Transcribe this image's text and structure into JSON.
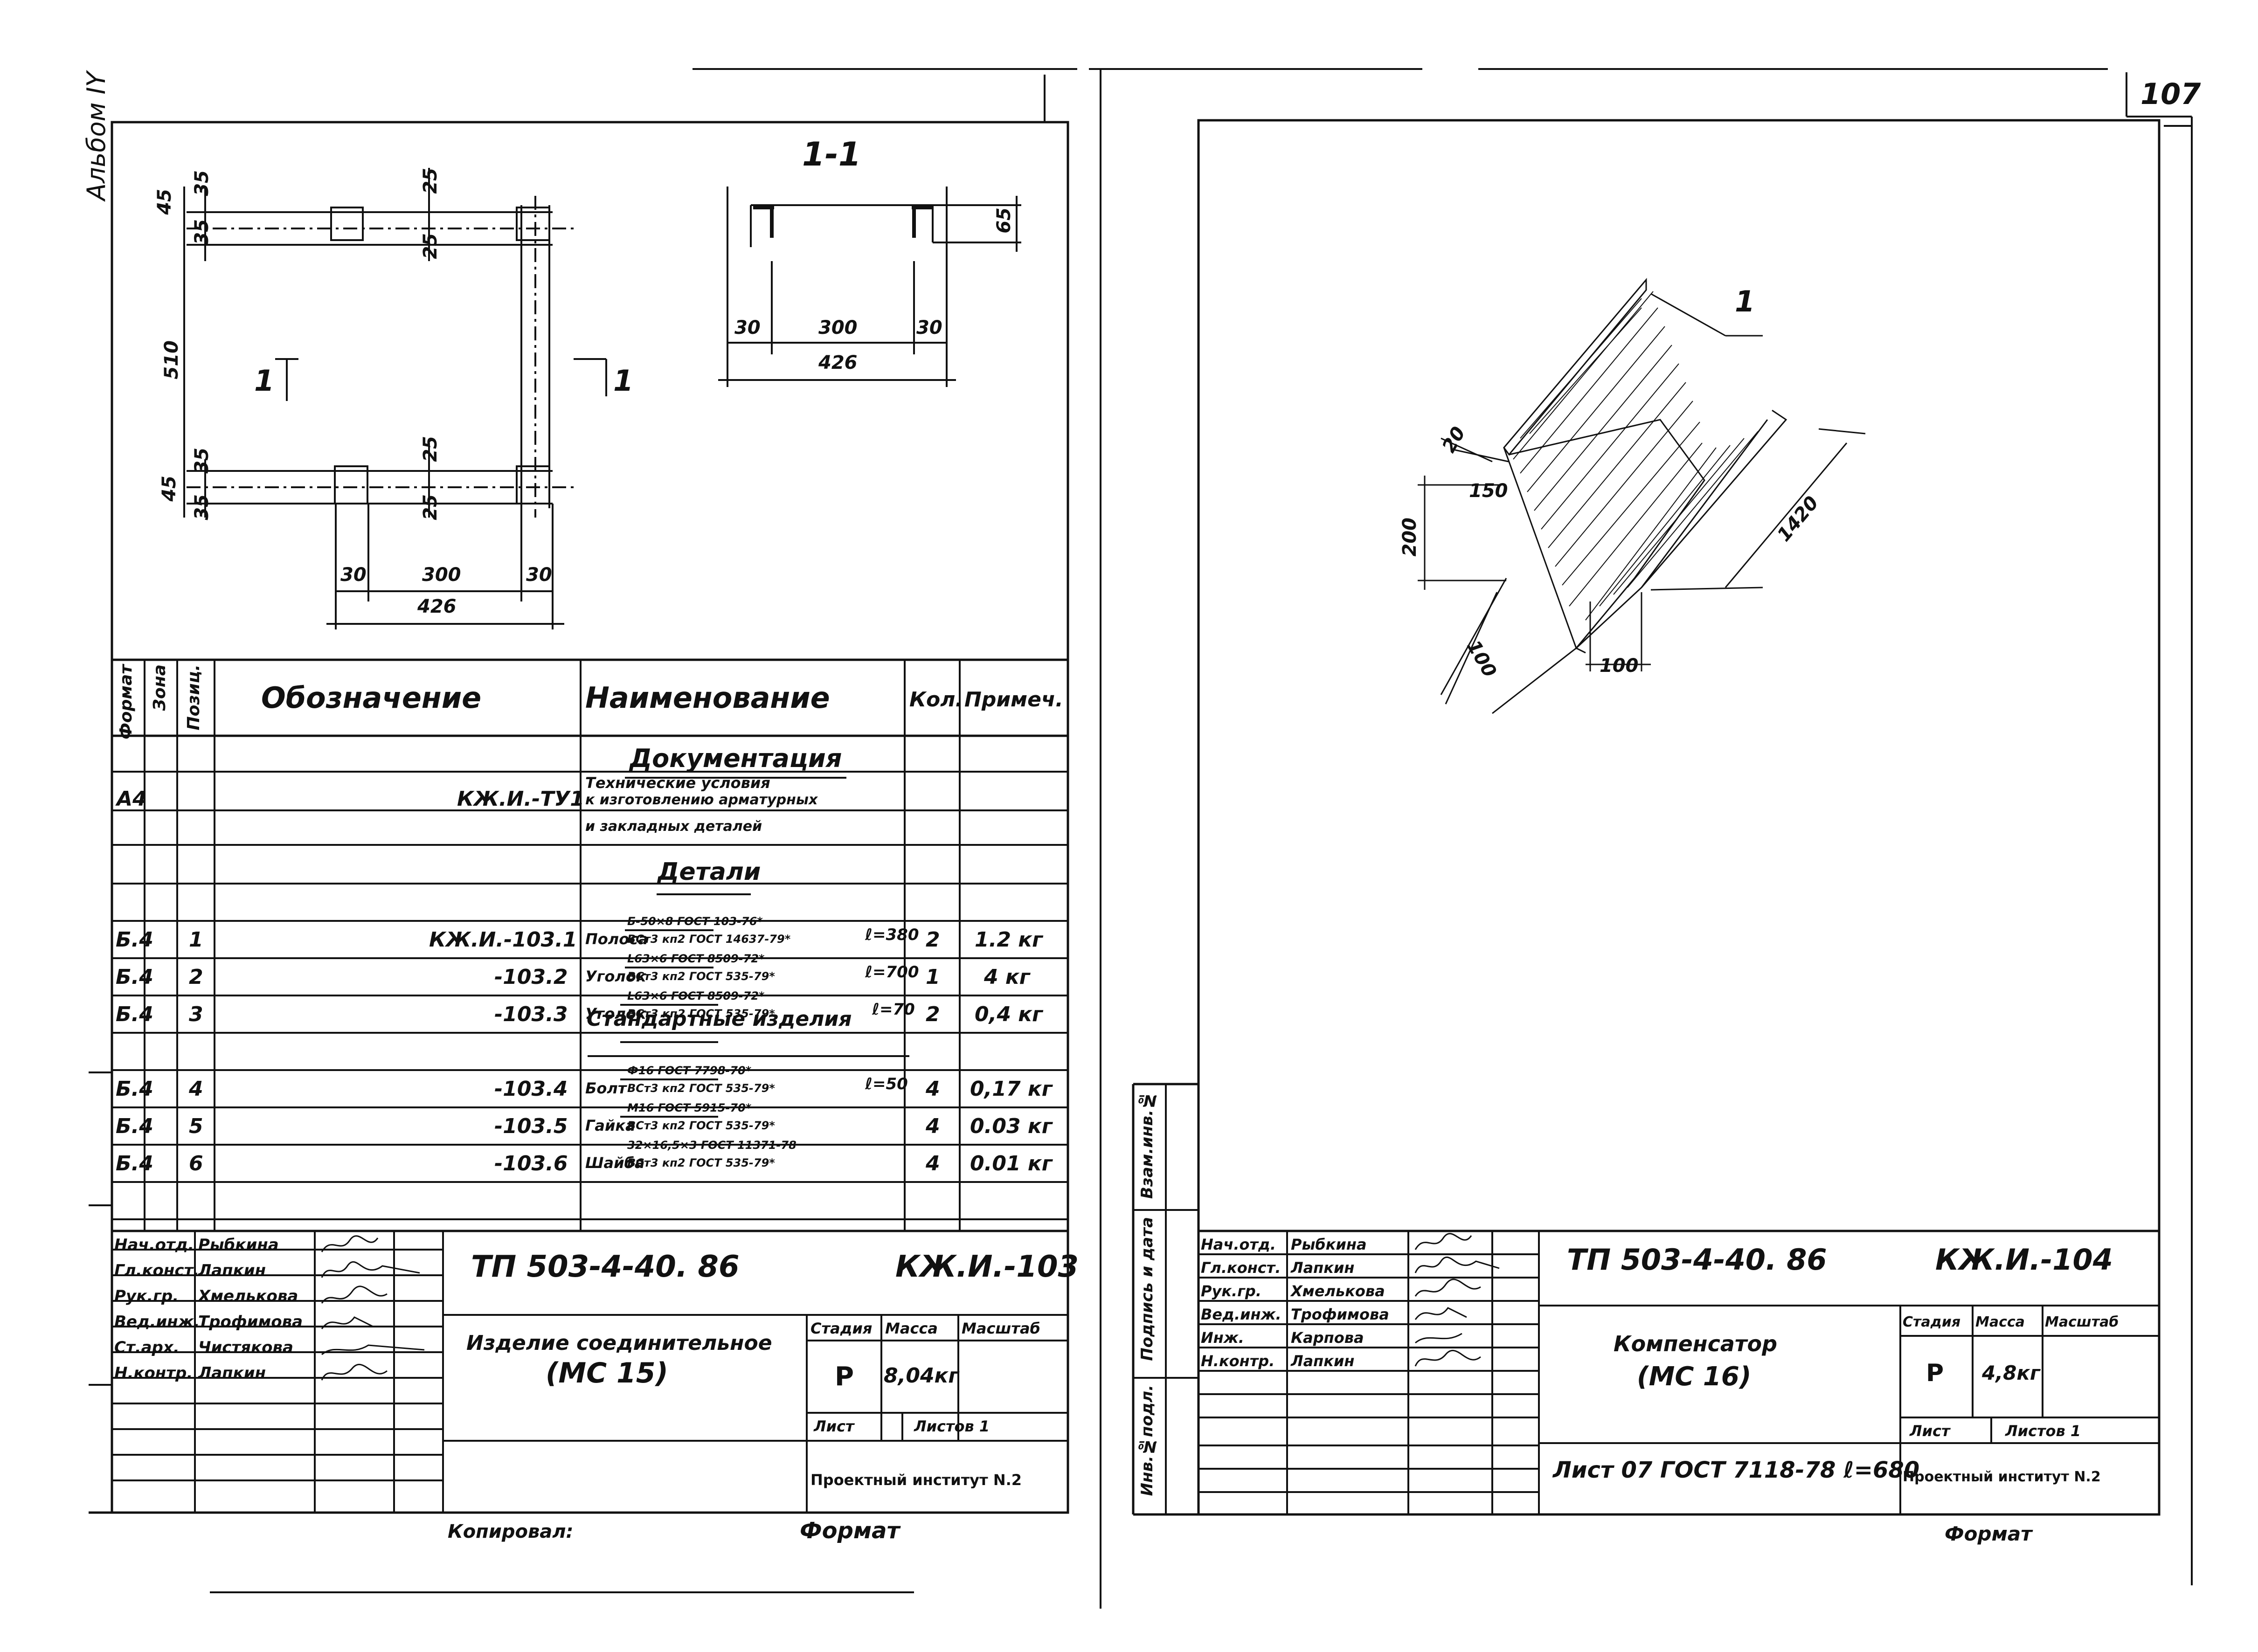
{
  "edge_number": "107",
  "album": "Альбом IY",
  "left": {
    "section_label": "1-1",
    "cut_mark": "1",
    "plan_dims": {
      "top_a": "45",
      "top_b": "35",
      "top_c": "35",
      "top_d": "25",
      "top_e": "25",
      "height": "510",
      "bot_a": "45",
      "bot_b": "35",
      "bot_c": "35",
      "bot_d": "25",
      "bot_e": "25",
      "x_a": "30",
      "x_mid": "300",
      "x_b": "30",
      "x_total": "426"
    },
    "section_dims": {
      "h": "65",
      "a": "30",
      "mid": "300",
      "b": "30",
      "total": "426"
    },
    "headers": {
      "format": "Формат",
      "zone": "Зона",
      "pos": "Позиц.",
      "designation": "Обозначение",
      "name": "Наименование",
      "qty": "Кол.",
      "note": "Примеч."
    },
    "sections": {
      "docs": "Документация",
      "details": "Детали",
      "standard": "Стандартные изделия"
    },
    "doc_row": {
      "format": "А4",
      "designation": "КЖ.И.-ТУ1",
      "name_lines": [
        "Технические условия",
        "к изготовлению арматурных",
        "и закладных деталей"
      ]
    },
    "rows": [
      {
        "format": "Б.4",
        "pos": "1",
        "designation": "КЖ.И.-103.1",
        "name": "Полоса",
        "frac_top": "Б-50×8 ГОСТ 103-76*",
        "frac_bot": "ВСт3 кп2 ГОСТ 14637-79*",
        "suffix": "ℓ=380",
        "qty": "2",
        "note": "1.2 кг"
      },
      {
        "format": "Б.4",
        "pos": "2",
        "designation": "-103.2",
        "name": "Уголок",
        "frac_top": "L63×6 ГОСТ 8509-72*",
        "frac_bot": "ВСт3 кп2 ГОСТ 535-79*",
        "suffix": "ℓ=700",
        "qty": "1",
        "note": "4 кг"
      },
      {
        "format": "Б.4",
        "pos": "3",
        "designation": "-103.3",
        "name": "Уголок",
        "frac_top": "L63×6 ГОСТ 8509-72*",
        "frac_bot": "ВСт3 кп2 ГОСТ 535-79*",
        "suffix": "ℓ=70",
        "qty": "2",
        "note": "0,4 кг"
      },
      {
        "format": "Б.4",
        "pos": "4",
        "designation": "-103.4",
        "name": "Болт",
        "frac_top": "Ф16 ГОСТ 7798-70*",
        "frac_bot": "ВСт3 кп2 ГОСТ 535-79*",
        "suffix": "ℓ=50",
        "qty": "4",
        "note": "0,17 кг"
      },
      {
        "format": "Б.4",
        "pos": "5",
        "designation": "-103.5",
        "name": "Гайка",
        "frac_top": "М16 ГОСТ 5915-70*",
        "frac_bot": "ВСт3 кп2 ГОСТ 535-79*",
        "suffix": "",
        "qty": "4",
        "note": "0.03 кг"
      },
      {
        "format": "Б.4",
        "pos": "6",
        "designation": "-103.6",
        "name": "Шайба",
        "frac_top": "32×16,5×3 ГОСТ 11371-78",
        "frac_bot": "ВСт3 кп2 ГОСТ 535-79*",
        "suffix": "",
        "qty": "4",
        "note": "0.01 кг"
      }
    ],
    "stamp": {
      "roles": [
        "Нач.отд.",
        "Гл.конст.",
        "Рук.гр.",
        "Вед.инж.",
        "Ст.арх.",
        "Н.контр."
      ],
      "names": [
        "Рыбкина",
        "Лапкин",
        "Хмелькова",
        "Трофимова",
        "Чистякова",
        "Лапкин"
      ],
      "project": "ТП 503-4-40. 86",
      "code": "КЖ.И.-103",
      "title1": "Изделие соединительное",
      "title2": "(МС 15)",
      "stage_h": "Стадия",
      "mass_h": "Масса",
      "scale_h": "Масштаб",
      "stage": "Р",
      "mass": "8,04кг",
      "sheet": "Лист",
      "sheets": "Листов 1",
      "org": "Проектный институт N.2"
    },
    "bottom_left": "Копировал:",
    "bottom_right": "Формат"
  },
  "right": {
    "callout": "1",
    "dims": {
      "d20": "20",
      "d150": "150",
      "d200": "200",
      "d1420": "1420",
      "d100a": "100",
      "d100b": "100"
    },
    "side_labels": [
      "Инв.№подл.",
      "Подпись и дата",
      "Взам.инв.№"
    ],
    "stamp": {
      "roles": [
        "Нач.отд.",
        "Гл.конст.",
        "Рук.гр.",
        "Вед.инж.",
        "Инж.",
        "Н.контр."
      ],
      "names": [
        "Рыбкина",
        "Лапкин",
        "Хмелькова",
        "Трофимова",
        "Карпова",
        "Лапкин"
      ],
      "project": "ТП 503-4-40. 86",
      "code": "КЖ.И.-104",
      "title1": "Компенсатор",
      "title2": "(МС 16)",
      "stage_h": "Стадия",
      "mass_h": "Масса",
      "scale_h": "Масштаб",
      "stage": "Р",
      "mass": "4,8кг",
      "sheet": "Лист",
      "sheets": "Листов 1",
      "material": "Лист 07 ГОСТ 7118-78 ℓ=680",
      "org": "Проектный институт N.2"
    },
    "bottom": "Формат"
  }
}
